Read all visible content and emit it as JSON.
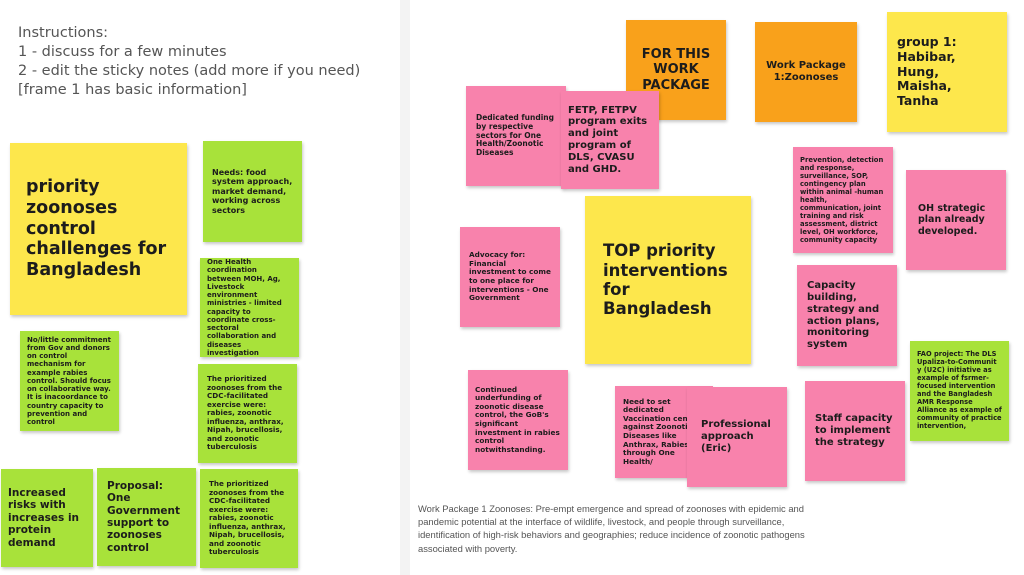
{
  "instructions": {
    "text": "Instructions:\n1 - discuss for a few minutes\n2 - edit the sticky notes (add more if you need)\n[frame 1 has basic information]"
  },
  "colors": {
    "yellow": "#fde74c",
    "green": "#a8e23a",
    "pink": "#f882ac",
    "orange": "#f9a11b"
  },
  "left_notes": [
    {
      "text": "priority zoonoses control challenges for Bangladesh"
    },
    {
      "text": "Needs: food system approach, market demand, working across sectors"
    },
    {
      "text": "One Health coordination between MOH, Ag, Livestock environment ministries - limited capacity to coordinate cross-sectoral collaboration and diseases investigation"
    },
    {
      "text": "No/little commitment from Gov and donors on control mechanism for example rabies control. Should focus on collaborative way. It is inacoordance to country capacity to prevention and control"
    },
    {
      "text": "The prioritized zoonoses from the CDC-facilitated exercise were: rabies, zoonotic influenza, anthrax, Nipah, brucellosis, and zoonotic tuberculosis"
    },
    {
      "text": "Increased risks with increases in protein demand"
    },
    {
      "text": "Proposal: One Government support to zoonoses control"
    },
    {
      "text": "The prioritized zoonoses from the CDC-facilitated exercise were: rabies, zoonotic influenza, anthrax, Nipah, brucellosis, and zoonotic tuberculosis"
    }
  ],
  "right_notes": [
    {
      "text": "FOR THIS WORK PACKAGE"
    },
    {
      "text": "Work Package 1:Zoonoses"
    },
    {
      "text": "group 1: Habibar, Hung, Maisha, Tanha"
    },
    {
      "text": "Dedicated funding by respective sectors  for One Health/Zoonotic Diseases"
    },
    {
      "text": "FETP, FETPV program exits and joint program of DLS, CVASU and GHD."
    },
    {
      "text": "TOP priority interventions for Bangladesh"
    },
    {
      "text": "Prevention, detection and response, surveillance, SOP, contingency plan within animal -human health, communication, joint training and risk assessment, district level, OH workforce, community capacity"
    },
    {
      "text": "OH strategic plan already developed."
    },
    {
      "text": "Advocacy for: Financial investment to come to one place for interventions - One Government"
    },
    {
      "text": "Capacity building, strategy and action plans, monitoring system"
    },
    {
      "text": "FAO project: The DLS Upaliza-to-Communit y (U2C) initiative as example of fsrmer-focused intervention and the Bangladesh AMR Response Alliance as example of community of practice intervention,"
    },
    {
      "text": "Continued underfunding of zoonotic disease control, the GoB's significant investment in rabies control notwithstanding."
    },
    {
      "text": "Need to set dedicated Vaccination centers against Zoonotic Diseases like Anthrax, Rabies through One Health/"
    },
    {
      "text": "Professional approach (Eric)"
    },
    {
      "text": "Staff capacity to implement the strategy"
    }
  ],
  "footnote": "Work Package 1 Zoonoses: Pre-empt emergence and spread of zoonoses with epidemic and pandemic potential at the interface of wildlife, livestock, and people through surveillance, identification of high-risk behaviors and geographies; reduce incidence of zoonotic pathogens associated with poverty."
}
